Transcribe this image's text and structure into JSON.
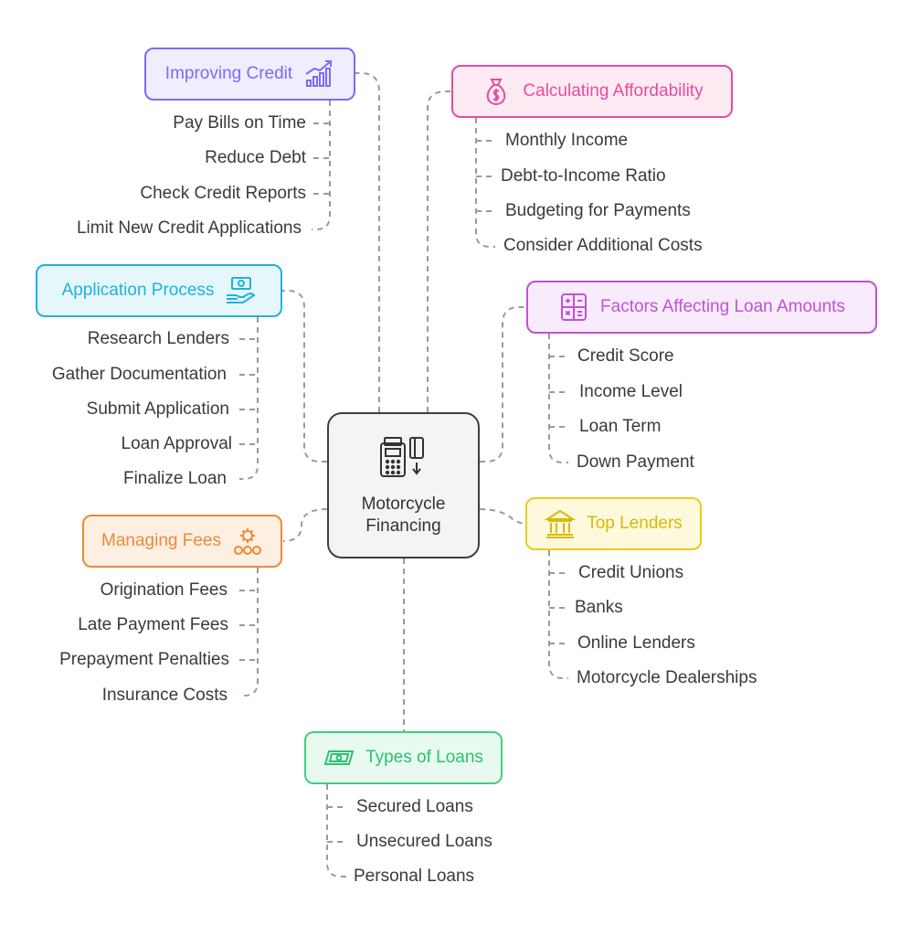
{
  "center": {
    "title_line1": "Motorcycle",
    "title_line2": "Financing",
    "icon": "calculator-card-icon"
  },
  "topics": {
    "improving_credit": {
      "label": "Improving Credit",
      "icon": "rising-bar-chart-icon",
      "color": "#7b6cf6",
      "fill": "#efedfe",
      "items": [
        "Pay Bills on Time",
        "Reduce Debt",
        "Check Credit Reports",
        "Limit New Credit Applications"
      ]
    },
    "calculating_affordability": {
      "label": "Calculating Affordability",
      "icon": "money-bag-icon",
      "color": "#e64d9b",
      "fill": "#fdeaf3",
      "items": [
        "Monthly Income",
        "Debt-to-Income Ratio",
        "Budgeting for Payments",
        "Consider Additional Costs"
      ]
    },
    "application_process": {
      "label": "Application Process",
      "icon": "cash-in-hand-icon",
      "color": "#1fb3dc",
      "fill": "#e6f7fc",
      "items": [
        "Research Lenders",
        "Gather Documentation",
        "Submit Application",
        "Loan Approval",
        "Finalize Loan"
      ]
    },
    "factors_loan_amounts": {
      "label": "Factors Affecting Loan Amounts",
      "icon": "calculator-icon",
      "color": "#c052d6",
      "fill": "#f8ebfb",
      "items": [
        "Credit Score",
        "Income Level",
        "Loan Term",
        "Down Payment"
      ]
    },
    "managing_fees": {
      "label": "Managing Fees",
      "icon": "gear-coins-icon",
      "color": "#ec8a36",
      "fill": "#fdf0e3",
      "items": [
        "Origination Fees",
        "Late Payment Fees",
        "Prepayment Penalties",
        "Insurance Costs"
      ]
    },
    "top_lenders": {
      "label": "Top Lenders",
      "icon": "bank-building-icon",
      "color": "#e9cc1c",
      "fill": "#fdf9dc",
      "items": [
        "Credit Unions",
        "Banks",
        "Online Lenders",
        "Motorcycle Dealerships"
      ]
    },
    "types_of_loans": {
      "label": "Types of Loans",
      "icon": "banknote-icon",
      "color": "#3fcf80",
      "fill": "#e8faf0",
      "items": [
        "Secured Loans",
        "Unsecured Loans",
        "Personal Loans"
      ]
    }
  },
  "connector_color": "#9a9a9a"
}
